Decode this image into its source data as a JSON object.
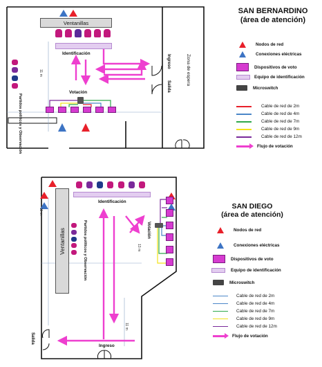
{
  "san_bernardino": {
    "title": "SAN BERNARDINO",
    "subtitle": "(área de atención)",
    "ventanillas": "Ventanillas",
    "identificacion": "Identificación",
    "votacion": "Votación",
    "partidos": "Partidos políticos y Observación",
    "ingreso": "Ingreso",
    "salida": "Salida",
    "zona_espera": "Zona de espera",
    "medida": "11 m",
    "legend": [
      {
        "icon": "red-triangle",
        "label": "Nodos de red"
      },
      {
        "icon": "blue-triangle",
        "label": "Conexiones eléctricas"
      },
      {
        "icon": "voting-device",
        "label": "Dispositivos de voto"
      },
      {
        "icon": "id-equipment",
        "label": "Equipo de identificación"
      },
      {
        "icon": "microswitch",
        "label": "Microswitch"
      },
      {
        "icon": "line",
        "color": "#e8202a",
        "label": "Cable de red de 2m"
      },
      {
        "icon": "line",
        "color": "#4a86c8",
        "label": "Cable de red de 4m"
      },
      {
        "icon": "line",
        "color": "#2ea84a",
        "label": "Cable de red de 7m"
      },
      {
        "icon": "line",
        "color": "#f2e21a",
        "label": "Cable de red de 9m"
      },
      {
        "icon": "line",
        "color": "#7a2a9a",
        "label": "Cable de red de 12m"
      },
      {
        "icon": "arrow",
        "label": "Flujo de votación"
      }
    ]
  },
  "san_diego": {
    "title": "SAN DIEGO",
    "subtitle": "(área de atención)",
    "ventanillas": "Ventanillas",
    "identificacion": "Identificación",
    "votacion": "Votación",
    "partidos": "Partidos políticos y Observación",
    "ingreso": "Ingreso",
    "salida": "Salida",
    "medida_vertical": "11 m",
    "medida_inferior": "11 m",
    "medida_votacion": "13 m",
    "legend": [
      {
        "icon": "red-triangle",
        "label": "Nodos de red"
      },
      {
        "icon": "blue-triangle",
        "label": "Conexiones eléctricas"
      },
      {
        "icon": "voting-device",
        "label": "Dispositivos de voto"
      },
      {
        "icon": "id-equipment",
        "label": "Equipo de identificación"
      },
      {
        "icon": "microswitch",
        "label": "Microswitch"
      },
      {
        "icon": "line",
        "color": "#4a86c8",
        "label": "Cable de red de 2m"
      },
      {
        "icon": "line",
        "color": "#4a86c8",
        "label": "Cable de red de 4m"
      },
      {
        "icon": "line",
        "color": "#2ea84a",
        "label": "Cable de red de 7m"
      },
      {
        "icon": "line",
        "color": "#f2e21a",
        "label": "Cable de red de 9m"
      },
      {
        "icon": "line",
        "color": "#7a2a9a",
        "label": "Cable de red de 12m"
      },
      {
        "icon": "arrow",
        "label": "Flujo de votación"
      }
    ]
  },
  "colors": {
    "flow": "#ee3fcf",
    "wall": "#111111",
    "node": "#e8202a",
    "power": "#3d74c4",
    "device": "#d63bd0",
    "counter": "#d9d9d9"
  }
}
